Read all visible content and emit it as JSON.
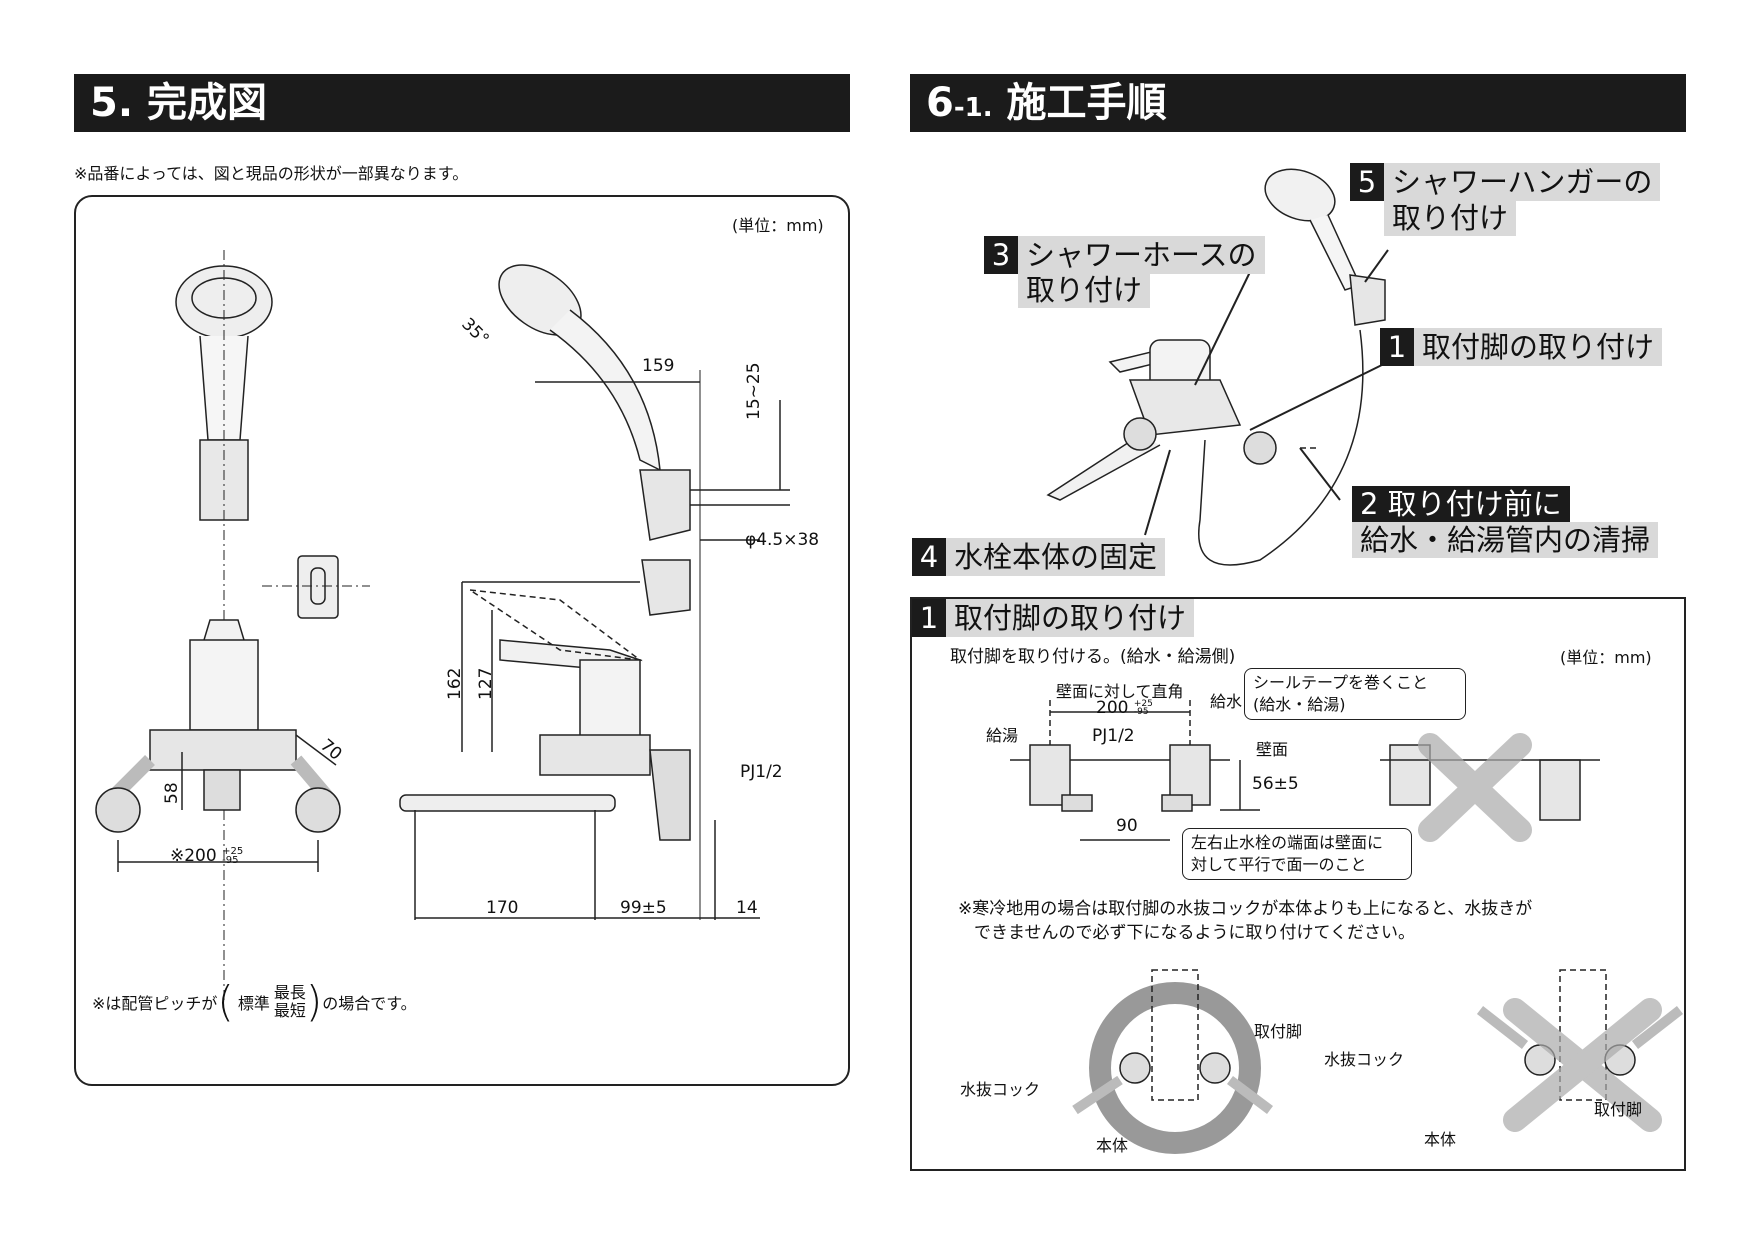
{
  "left": {
    "header_num": "5.",
    "header_title": "完成図",
    "note": "※品番によっては、図と現品の形状が一部異なります。",
    "unit": "(単位：mm)",
    "dims": {
      "angle": "35°",
      "d159": "159",
      "d15_25": "15~25",
      "screw": "φ4.5×38",
      "d162": "162",
      "d127": "127",
      "d70": "70",
      "d58": "58",
      "pj": "PJ1/2",
      "d200": "※200",
      "tol_plus": "+25",
      "tol_minus": "-95",
      "d170": "170",
      "d99": "99±5",
      "d14": "14"
    },
    "footnote_pre": "※は配管ピッチが",
    "footnote_std": "標準",
    "footnote_max": "最長",
    "footnote_min": "最短",
    "footnote_post": "の場合です。"
  },
  "right": {
    "header_num": "6",
    "header_sub": "-1.",
    "header_title": "施工手順",
    "steps": {
      "s5_num": "5",
      "s5_line1": "シャワーハンガーの",
      "s5_line2": "取り付け",
      "s3_num": "3",
      "s3_line1": "シャワーホースの",
      "s3_line2": "取り付け",
      "s1_num": "1",
      "s1_text": "取付脚の取り付け",
      "s2_line1": "2 取り付け前に",
      "s2_line2": "給水・給湯管内の清掃",
      "s4_num": "4",
      "s4_text": "水栓本体の固定"
    },
    "detail": {
      "title_num": "1",
      "title": "取付脚の取り付け",
      "subtitle": "取付脚を取り付ける。(給水・給湯側)",
      "unit": "(単位：mm)",
      "label_perp": "壁面に対して直角",
      "label_200": "200",
      "tol_plus": "+25",
      "tol_minus": "-95",
      "label_supply": "給水",
      "label_hot": "給湯",
      "label_pj": "PJ1/2",
      "label_wall": "壁面",
      "label_56": "56±5",
      "label_90": "90",
      "callout_tape": "シールテープを巻くこと\n(給水・給湯)",
      "callout_parallel": "左右止水栓の端面は壁面に\n対して平行で面一のこと",
      "cold_note_1": "※寒冷地用の場合は取付脚の水抜コックが本体よりも上になると、水抜きが",
      "cold_note_2": "できませんので必ず下になるように取り付けてください。",
      "lbl_leg_a": "取付脚",
      "lbl_drain_a": "水抜コック",
      "lbl_body_a": "本体",
      "lbl_drain_b": "水抜コック",
      "lbl_leg_b": "取付脚",
      "lbl_body_b": "本体"
    }
  }
}
